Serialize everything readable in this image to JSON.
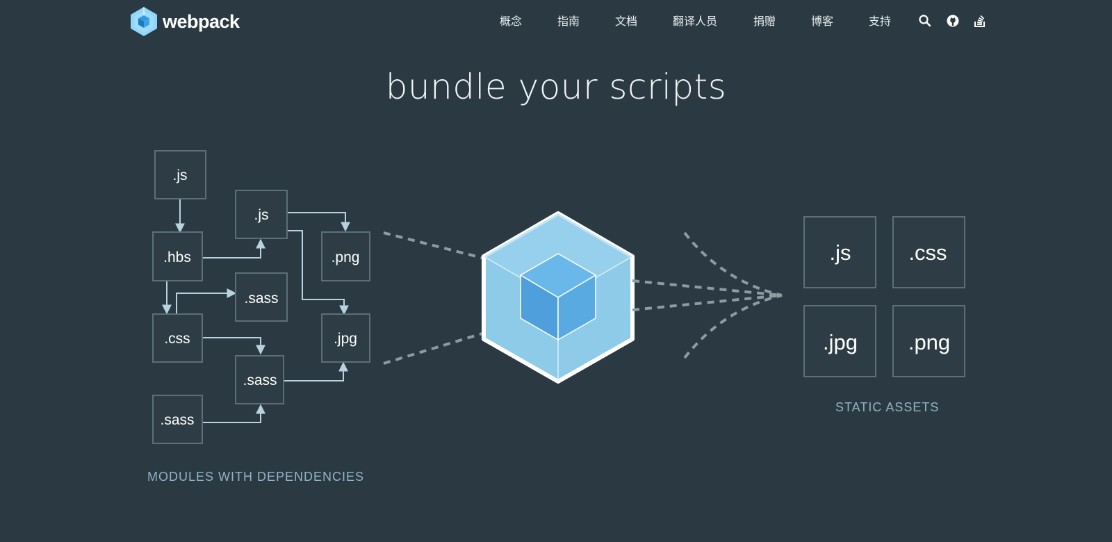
{
  "brand": {
    "name": "webpack"
  },
  "nav": {
    "items": [
      {
        "label": "概念"
      },
      {
        "label": "指南"
      },
      {
        "label": "文档"
      },
      {
        "label": "翻译人员"
      },
      {
        "label": "捐赠"
      },
      {
        "label": "博客"
      },
      {
        "label": "支持"
      }
    ],
    "icons": [
      "search-icon",
      "github-icon",
      "stackoverflow-icon"
    ]
  },
  "hero": {
    "title": "bundle your scripts"
  },
  "modules": {
    "caption": "MODULES WITH DEPENDENCIES",
    "boxes": [
      ".js",
      ".js",
      ".hbs",
      ".png",
      ".sass",
      ".css",
      ".jpg",
      ".sass",
      ".sass"
    ]
  },
  "assets": {
    "caption": "STATIC ASSETS",
    "boxes": [
      ".js",
      ".css",
      ".jpg",
      ".png"
    ]
  },
  "colors": {
    "background": "#2b3a42",
    "box_border": "#5c6f78",
    "arrow": "#b8d2de",
    "cube_outer": "#8ed6fb",
    "cube_inner": "#1c78c0",
    "caption": "#8fb4c6"
  }
}
